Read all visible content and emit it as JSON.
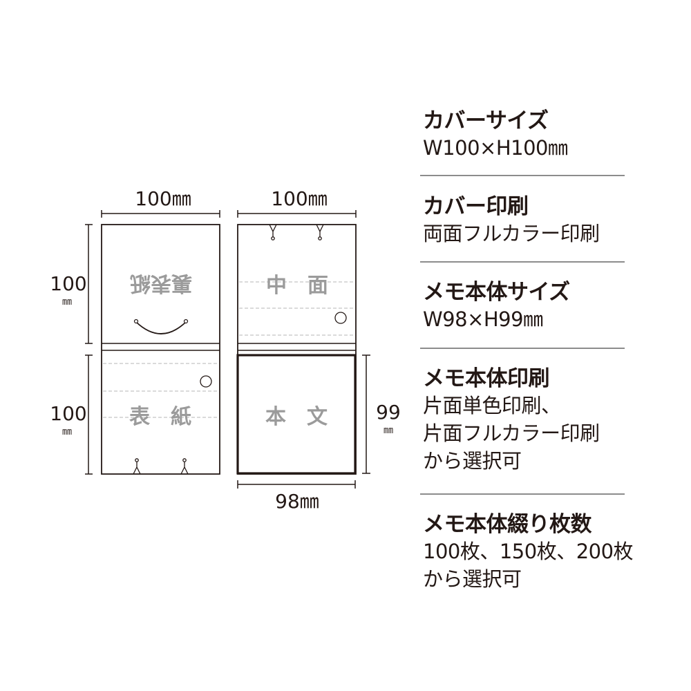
{
  "diagram": {
    "cover": {
      "width_label": "100㎜",
      "upper_height_label": "100",
      "upper_height_unit": "㎜",
      "lower_height_label": "100",
      "lower_height_unit": "㎜",
      "back_cover_text": "裏表紙",
      "front_cover_text": "表　紙"
    },
    "body": {
      "width_label_top": "100㎜",
      "inner_text": "中　面",
      "memo_text": "本　文",
      "memo_height_label": "99",
      "memo_height_unit": "㎜",
      "memo_width_label": "98㎜"
    }
  },
  "specs": [
    {
      "title": "カバーサイズ",
      "value_lines": [
        "W100×H100㎜"
      ]
    },
    {
      "title": "カバー印刷",
      "value_lines": [
        "両面フルカラー印刷"
      ]
    },
    {
      "title": "メモ本体サイズ",
      "value_lines": [
        "W98×H99㎜"
      ]
    },
    {
      "title": "メモ本体印刷",
      "value_lines": [
        "片面単色印刷、",
        "片面フルカラー印刷",
        "から選択可"
      ]
    },
    {
      "title": "メモ本体綴り枚数",
      "value_lines": [
        "100枚、150枚、200枚",
        "から選択可"
      ]
    }
  ]
}
